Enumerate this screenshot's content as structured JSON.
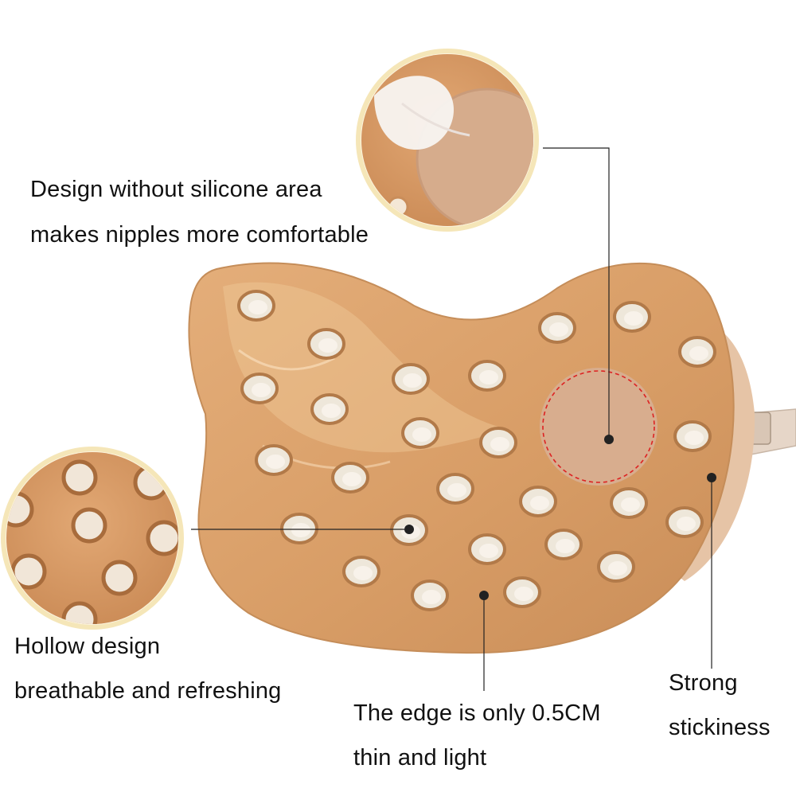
{
  "image": {
    "subject": "adhesive-bra-cup-product",
    "colors": {
      "skin": "#d9a06c",
      "skin_light": "#efc596",
      "skin_dark": "#b87b4a",
      "pad": "#d8ad8e",
      "ring": "#eee7da",
      "accent_line": "#222222",
      "dash": "#dd2222",
      "badge_border": "#f5e6b8"
    },
    "callouts": [
      {
        "id": "silicone-free-area",
        "lines": [
          "Design without silicone area",
          "makes nipples more comfortable"
        ]
      },
      {
        "id": "hollow-design",
        "lines": [
          "Hollow design",
          "breathable and refreshing"
        ]
      },
      {
        "id": "thin-edge",
        "lines": [
          "The edge is only 0.5CM",
          "thin and light"
        ]
      },
      {
        "id": "stickiness",
        "lines": [
          "Strong",
          "stickiness"
        ]
      }
    ]
  }
}
